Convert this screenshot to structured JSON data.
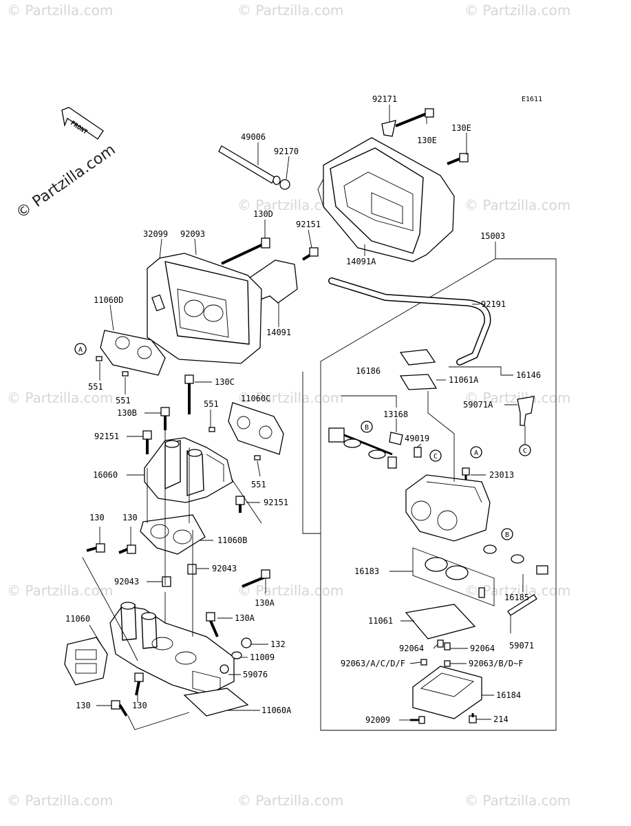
{
  "diagram_code": "E1611",
  "front_label": "FRONT",
  "watermark": "© Partzilla.com",
  "markers": [
    "A",
    "A",
    "B",
    "B",
    "C",
    "C"
  ],
  "labels": {
    "p92171": "92171",
    "p130E_a": "130E",
    "p130E_b": "130E",
    "p49006": "49006",
    "p92170": "92170",
    "p130D": "130D",
    "p92151_top": "92151",
    "p14091A": "14091A",
    "p15003": "15003",
    "p32099": "32099",
    "p92093": "92093",
    "p14091": "14091",
    "p11060D": "11060D",
    "p551_a": "551",
    "p551_b": "551",
    "p92191": "92191",
    "p16146": "16146",
    "p11061A": "11061A",
    "p130C": "130C",
    "p16186": "16186",
    "p13168": "13168",
    "p59071A": "59071A",
    "p551_c": "551",
    "p11060C": "11060C",
    "p130B": "130B",
    "p92151_mid": "92151",
    "p49019": "49019",
    "p23013": "23013",
    "p16060": "16060",
    "p551_d": "551",
    "p92151_low": "92151",
    "p130_a": "130",
    "p130_b": "130",
    "p11060B": "11060B",
    "p92043_a": "92043",
    "p92043_b": "92043",
    "p16183": "16183",
    "p16185": "16185",
    "p130A_a": "130A",
    "p130A_b": "130A",
    "p11060": "11060",
    "p132": "132",
    "p11009": "11009",
    "p59076": "59076",
    "p11061": "11061",
    "p59071": "59071",
    "p92064_a": "92064",
    "p92064_b": "92064",
    "p92063_a": "92063/A/C/D/F",
    "p92063_b": "92063/B/D~F",
    "p16184": "16184",
    "p130_c": "130",
    "p130_d": "130",
    "p11060A": "11060A",
    "p92009": "92009",
    "p214": "214"
  }
}
